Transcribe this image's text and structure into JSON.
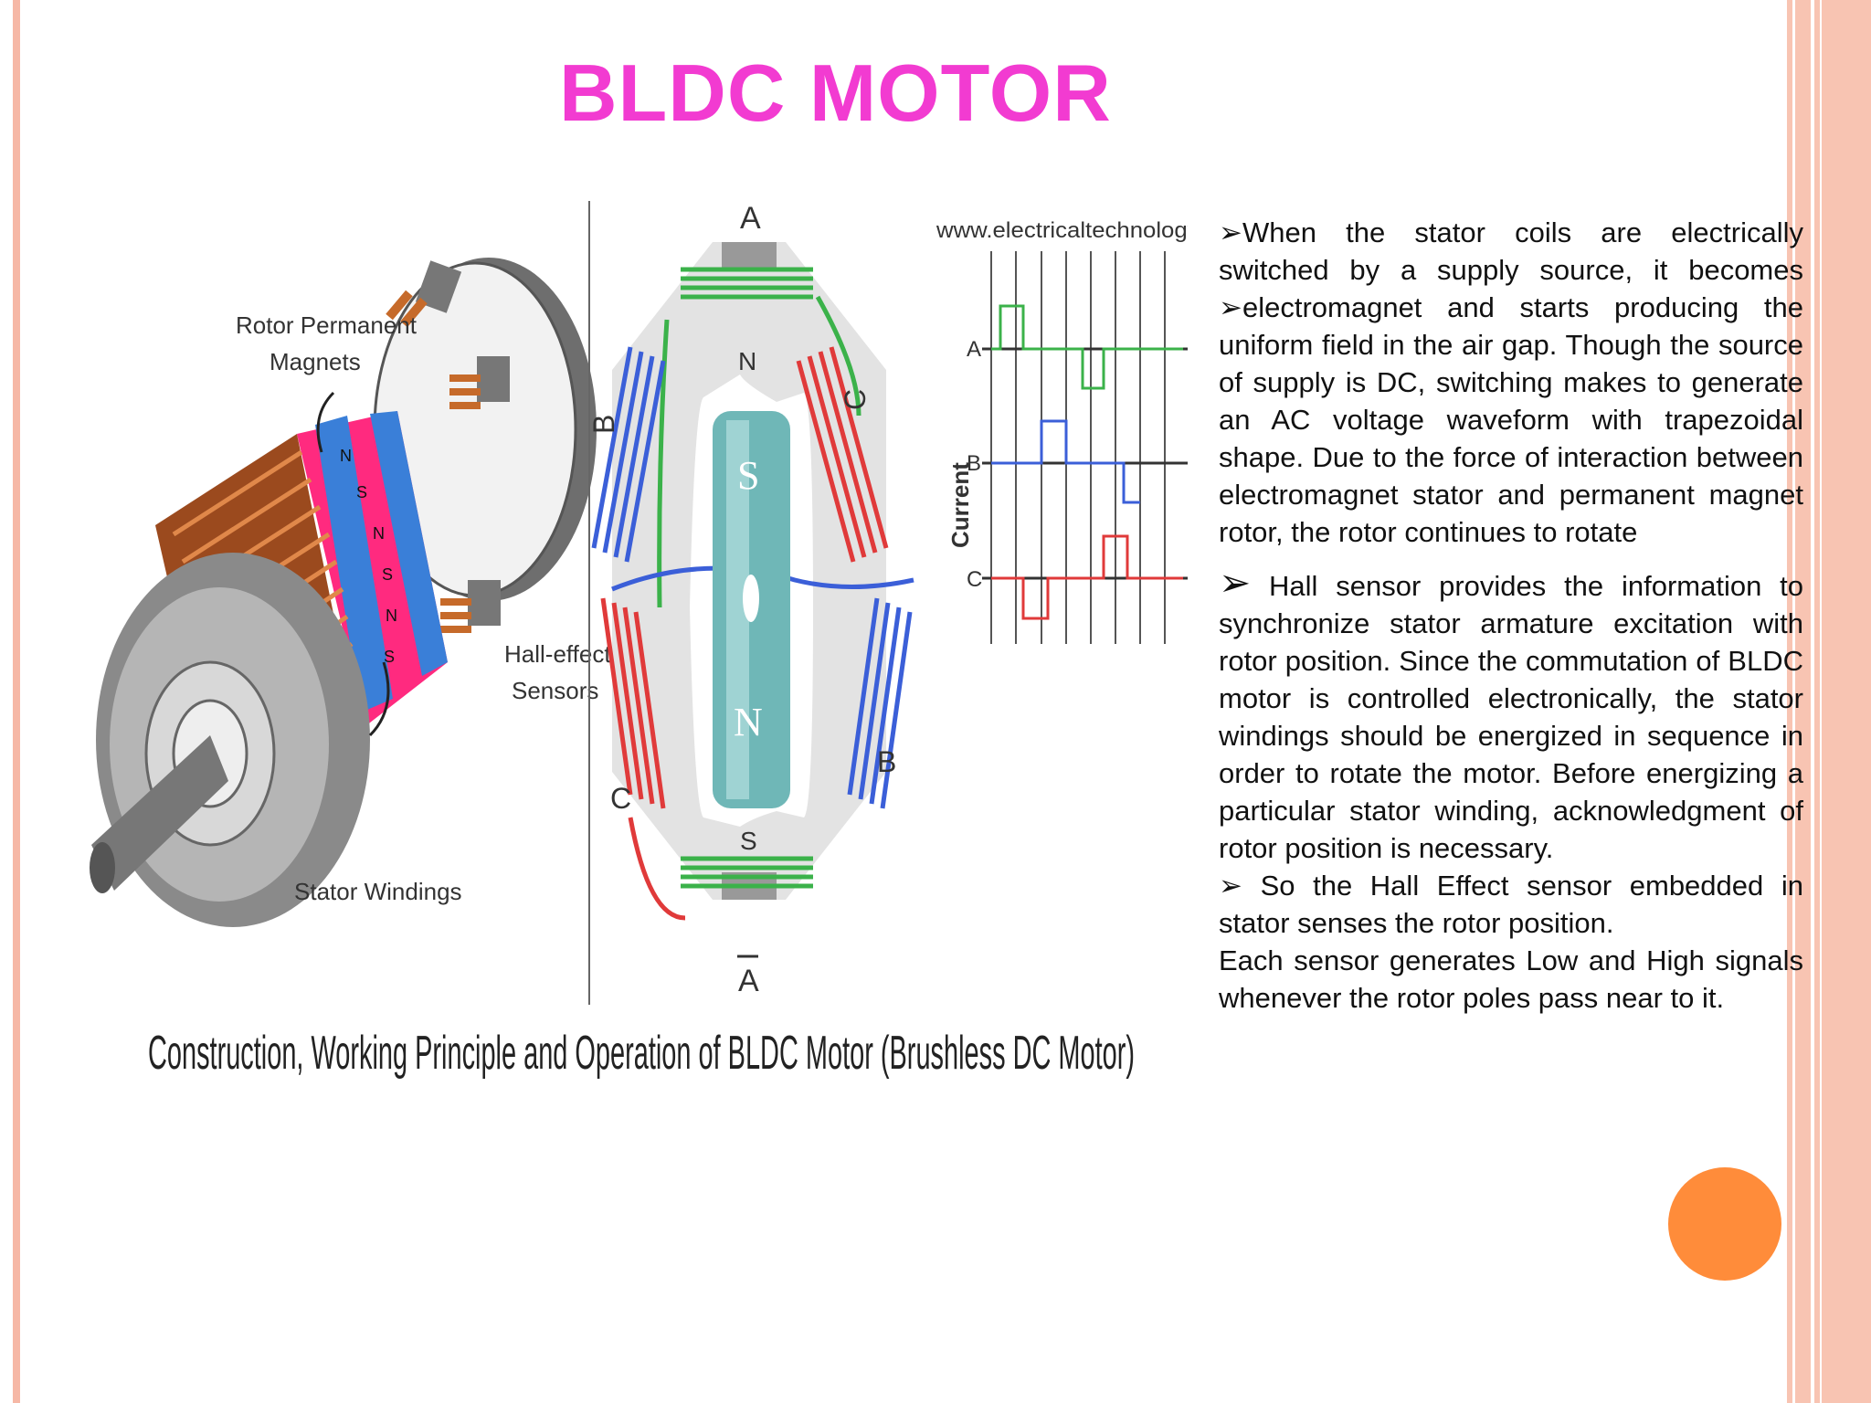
{
  "slide": {
    "title": "BLDC MOTOR",
    "colors": {
      "title": "#f23bd1",
      "border": "#f8c4b2",
      "dot": "#ff8c3a"
    }
  },
  "figure": {
    "watermark": "www.electricaltechnology.org",
    "caption": "Construction, Working Principle and Operation of BLDC Motor (Brushless DC Motor)",
    "labels": {
      "rotor_magnets_1": "Rotor Permanent",
      "rotor_magnets_2": "Magnets",
      "hall_1": "Hall-effect",
      "hall_2": "Sensors",
      "stator_windings": "Stator Windings",
      "current_axis": "Current",
      "phase_a": "A",
      "phase_b": "B",
      "phase_c": "C",
      "pole_n": "N",
      "pole_s": "S"
    }
  },
  "content": {
    "bullet1": "➢When the stator coils are electrically switched by a supply source, it becomes ➢electromagnet and starts producing the uniform field in the air gap. Though the source of supply is DC, switching makes to generate an AC voltage waveform with trapezoidal shape. Due to the force of interaction between electromagnet stator and permanent magnet rotor, the rotor continues to rotate",
    "bullet2_marker": "➢",
    "bullet2": " Hall sensor provides the information to synchronize stator armature excitation with rotor position. Since the commutation of BLDC motor is controlled electronically, the stator windings should be energized in sequence in order to rotate the motor. Before energizing a particular stator winding, acknowledgment of rotor position is necessary.",
    "bullet3": "➢ So the Hall Effect sensor embedded in stator senses the rotor position.",
    "bullet4": "Each sensor generates Low and High signals whenever the rotor poles pass near to it."
  }
}
